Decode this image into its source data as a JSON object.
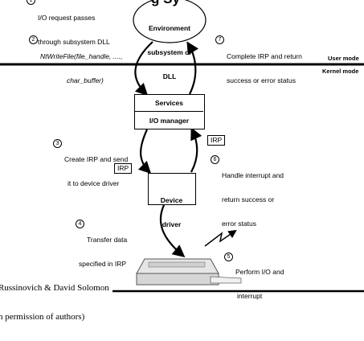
{
  "header_partial_title": "g Sy",
  "steps": [
    {
      "num": "1",
      "lines": [
        "I/O request passes",
        "through subsystem DLL"
      ]
    },
    {
      "num": "2",
      "lines": [
        "NtWriteFile(file_handle, ....,",
        "char_buffer)"
      ]
    },
    {
      "num": "3",
      "lines": [
        "Create IRP and send",
        "it to device driver"
      ]
    },
    {
      "num": "4",
      "lines": [
        "Transfer data",
        "specified in IRP"
      ]
    },
    {
      "num": "5",
      "lines": [
        "Perform I/O and",
        "interrupt"
      ]
    },
    {
      "num": "6",
      "lines": [
        "Handle interrupt and",
        "return success or",
        "error status"
      ]
    },
    {
      "num": "7",
      "lines": [
        "Complete IRP and return",
        "success or error status"
      ]
    }
  ],
  "env_ellipse_lines": [
    "Environment",
    "subsystem or",
    "DLL"
  ],
  "services_label": "Services",
  "io_manager_label": "I/O manager",
  "device_driver_lines": [
    "Device",
    "driver"
  ],
  "irp_tag": "IRP",
  "user_mode_label": "User mode",
  "kernel_mode_label": "Kernel mode",
  "credit_lines": [
    "Russinovich & David Solomon",
    "h permission of authors)"
  ]
}
